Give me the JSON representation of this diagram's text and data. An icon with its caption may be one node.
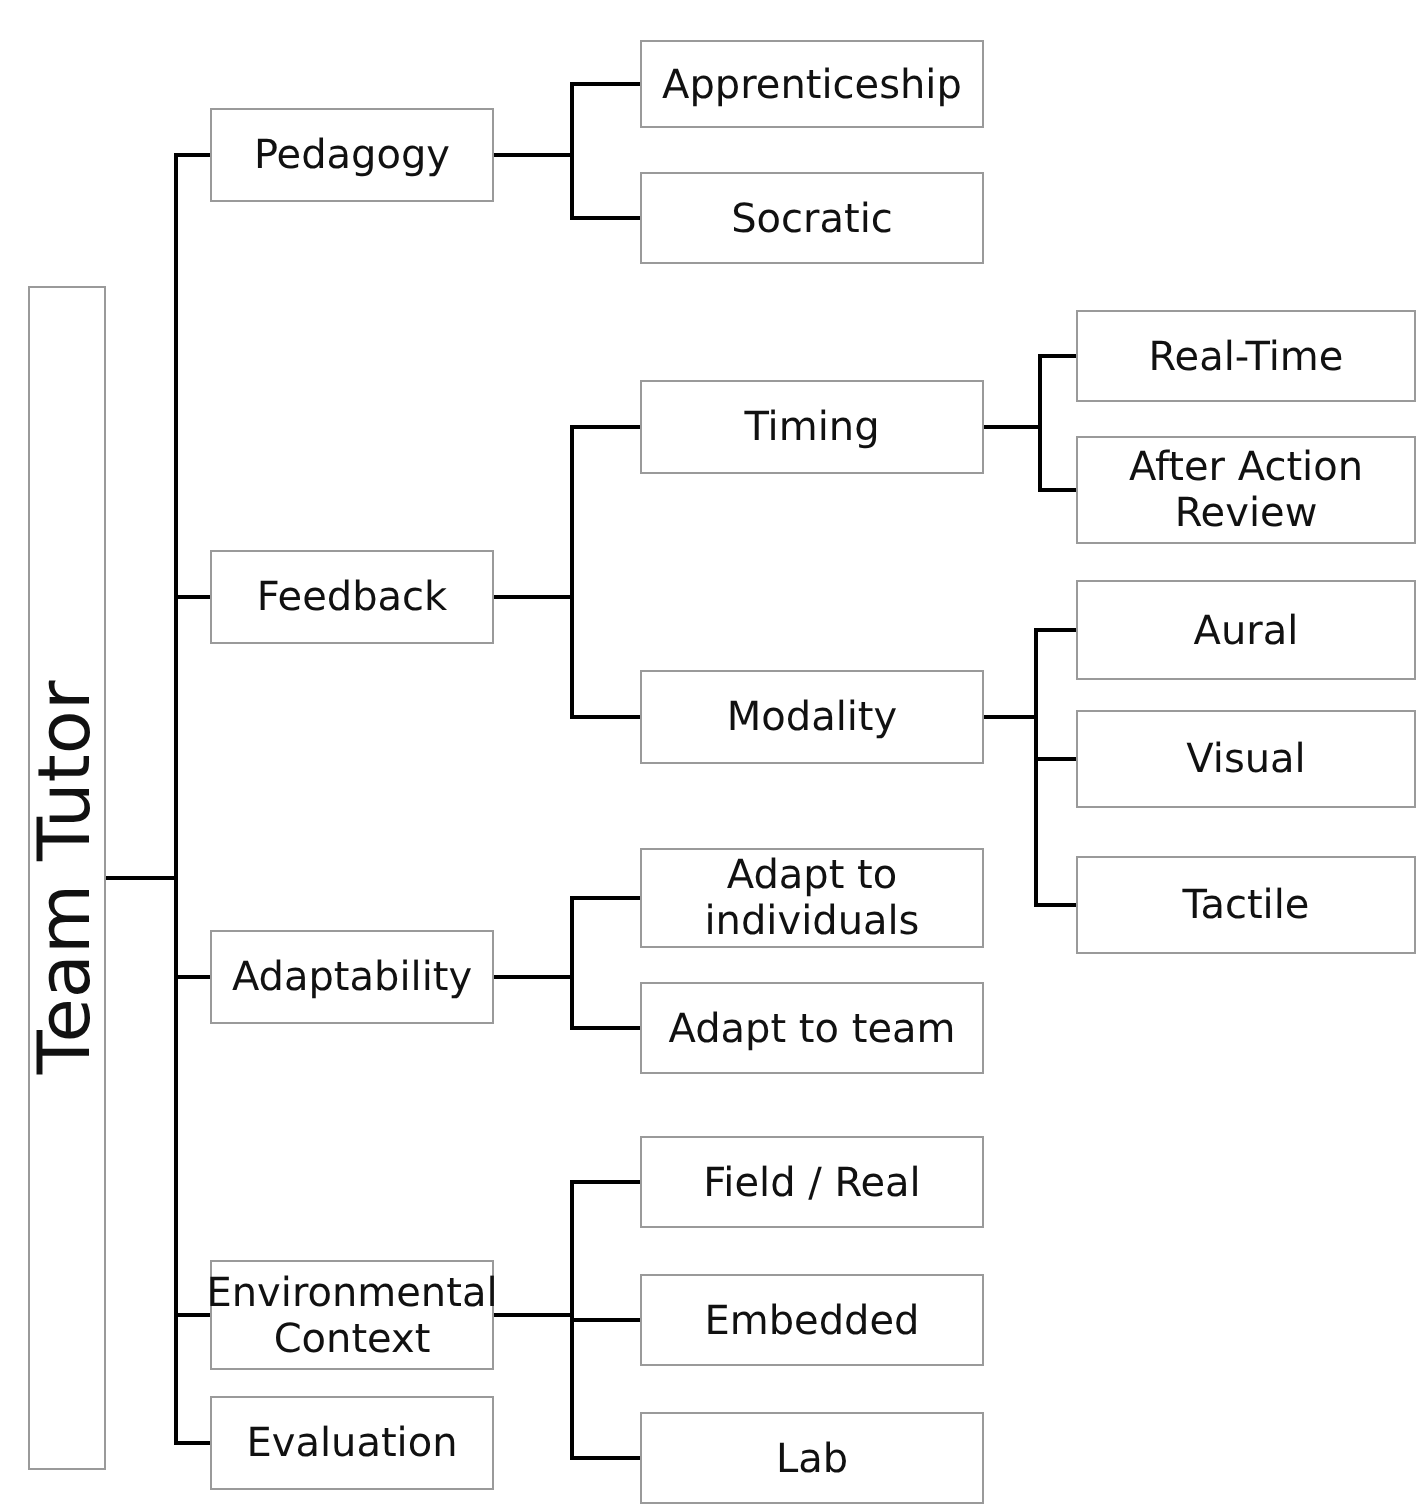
{
  "diagram": {
    "nodes": [
      {
        "text": [
          "Team Tutor"
        ]
      },
      {
        "text": [
          "Pedagogy"
        ]
      },
      {
        "text": [
          "Apprenticeship"
        ]
      },
      {
        "text": [
          "Socratic"
        ]
      },
      {
        "text": [
          "Feedback"
        ]
      },
      {
        "text": [
          "Timing"
        ]
      },
      {
        "text": [
          "Real-Time"
        ]
      },
      {
        "text": [
          "After Action Review"
        ]
      },
      {
        "text": [
          "Modality"
        ]
      },
      {
        "text": [
          "Aural"
        ]
      },
      {
        "text": [
          "Visual"
        ]
      },
      {
        "text": [
          "Tactile"
        ]
      },
      {
        "text": [
          "Adaptability"
        ]
      },
      {
        "text": [
          "Adapt to individuals"
        ]
      },
      {
        "text": [
          "Adapt to team"
        ]
      },
      {
        "text": [
          "Environmental Context"
        ]
      },
      {
        "text": [
          "Field / Real"
        ]
      },
      {
        "text": [
          "Embedded"
        ]
      },
      {
        "text": [
          "Lab"
        ]
      },
      {
        "text": [
          "Evaluation"
        ]
      }
    ],
    "edges": [
      {
        "from": 0,
        "to": 1,
        "arrow": "none"
      },
      {
        "from": 0,
        "to": 4,
        "arrow": "none"
      },
      {
        "from": 0,
        "to": 12,
        "arrow": "none"
      },
      {
        "from": 0,
        "to": 15,
        "arrow": "none"
      },
      {
        "from": 0,
        "to": 19,
        "arrow": "none"
      },
      {
        "from": 1,
        "to": 2,
        "arrow": "none"
      },
      {
        "from": 1,
        "to": 3,
        "arrow": "none"
      },
      {
        "from": 4,
        "to": 5,
        "arrow": "none"
      },
      {
        "from": 4,
        "to": 8,
        "arrow": "none"
      },
      {
        "from": 5,
        "to": 6,
        "arrow": "none"
      },
      {
        "from": 5,
        "to": 7,
        "arrow": "none"
      },
      {
        "from": 8,
        "to": 9,
        "arrow": "none"
      },
      {
        "from": 8,
        "to": 10,
        "arrow": "none"
      },
      {
        "from": 8,
        "to": 11,
        "arrow": "none"
      },
      {
        "from": 12,
        "to": 13,
        "arrow": "none"
      },
      {
        "from": 12,
        "to": 14,
        "arrow": "none"
      },
      {
        "from": 15,
        "to": 16,
        "arrow": "none"
      },
      {
        "from": 15,
        "to": 17,
        "arrow": "none"
      },
      {
        "from": 15,
        "to": 18,
        "arrow": "none"
      }
    ]
  }
}
